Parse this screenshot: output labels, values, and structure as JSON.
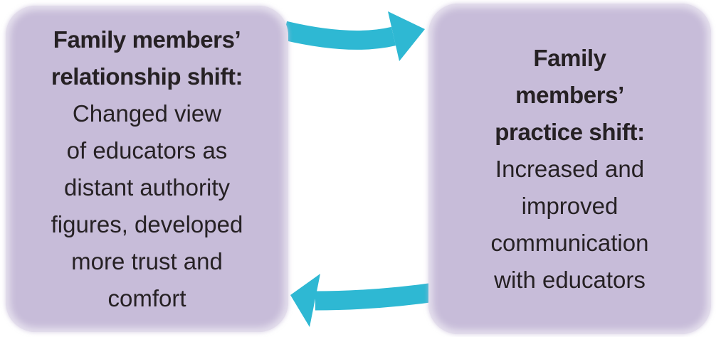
{
  "diagram": {
    "type": "two-node-cycle",
    "colors": {
      "box_fill": "#c7bcd9",
      "arrow": "#2eb8d3",
      "text": "#262124",
      "background": "#ffffff"
    },
    "left_box": {
      "title_lines": [
        "Family members’",
        "relationship shift:"
      ],
      "body_lines": [
        "Changed view",
        "of educators as",
        "distant authority",
        "figures, developed",
        "more trust and",
        "comfort"
      ]
    },
    "right_box": {
      "title_lines": [
        "Family",
        "members’",
        "practice shift:"
      ],
      "body_lines": [
        "Increased and",
        "improved",
        "communication",
        "with educators"
      ]
    },
    "arrows": [
      {
        "name": "top-arrow",
        "direction": "left-to-right"
      },
      {
        "name": "bottom-arrow",
        "direction": "right-to-left"
      }
    ]
  }
}
